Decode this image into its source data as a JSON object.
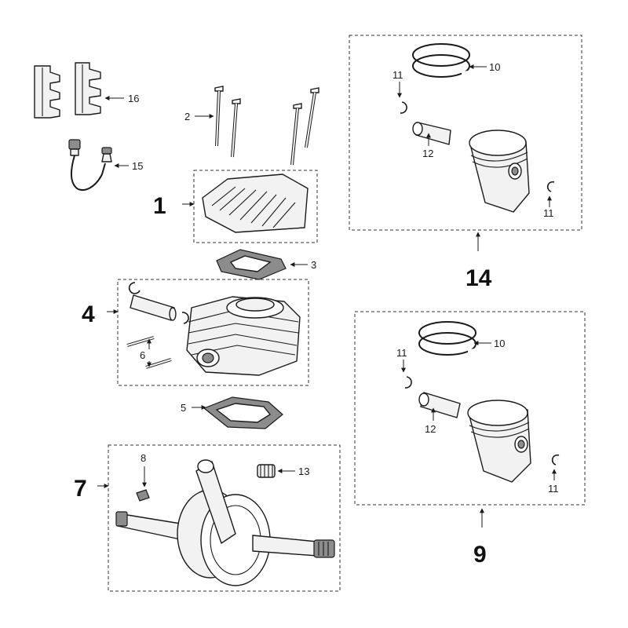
{
  "diagram": {
    "labels": {
      "n1": "1",
      "n2": "2",
      "n3": "3",
      "n4": "4",
      "n5": "5",
      "n6": "6",
      "n7": "7",
      "n8": "8",
      "n9": "9",
      "n10a": "10",
      "n10b": "10",
      "n11a": "11",
      "n11b": "11",
      "n11c": "11",
      "n11d": "11",
      "n12a": "12",
      "n12b": "12",
      "n13": "13",
      "n14": "14",
      "n15": "15",
      "n16": "16"
    }
  }
}
